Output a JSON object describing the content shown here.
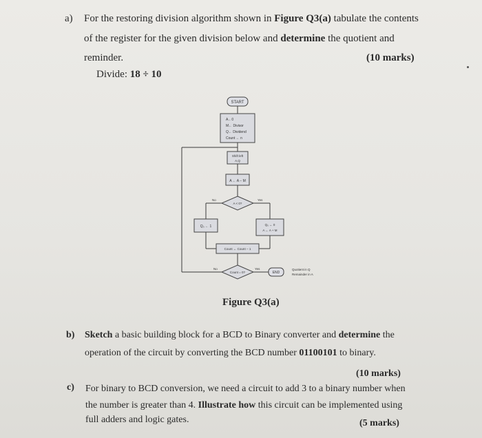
{
  "part_a": {
    "label": "a)",
    "line1_pre": "For the restoring division algorithm shown in ",
    "line1_bold": "Figure Q3(a)",
    "line1_post": " tabulate the contents",
    "line2_pre": "of the register for the given division below and ",
    "line2_bold": "determine",
    "line2_post": " the quotient and",
    "line3": "reminder.",
    "marks": "(10 marks)",
    "divide_label": "Divide: ",
    "divide_value": "18 ÷ 10"
  },
  "flowchart": {
    "start": "START",
    "init_lines": [
      "A←0",
      "M← Divisor",
      "Q← Dividend",
      "Count ← n"
    ],
    "shift": [
      "Shift left",
      "A,Q"
    ],
    "subtract": "A ← A − M",
    "condition": "A < 0?",
    "no_label": "No",
    "yes_label": "Yes",
    "q0_one": "Q₀ ← 1",
    "q0_zero": [
      "Q₀ ← 0",
      "A ← A + M"
    ],
    "count_dec": "Count ← Count − 1",
    "count_check": "Count = 0?",
    "no2_label": "No",
    "yes2_label": "Yes",
    "end": "END",
    "result_lines": [
      "Quotient in Q",
      "Remainder in A"
    ]
  },
  "figure_caption": "Figure Q3(a)",
  "part_b": {
    "label": "b)",
    "line1_bold1": "Sketch",
    "line1_mid": " a basic building block for a BCD to Binary converter and ",
    "line1_bold2": "determine",
    "line1_post": " the",
    "line2_pre": "operation of the circuit by converting the BCD number ",
    "line2_bold": "01100101",
    "line2_post": " to binary.",
    "marks": "(10 marks)"
  },
  "part_c": {
    "label": "c)",
    "line1": "For binary to BCD conversion, we need a circuit to add 3 to a binary number when",
    "line2_pre": "the number is greater than 4. ",
    "line2_bold": "Illustrate how",
    "line2_post": " this circuit can be implemented using",
    "line3": "full adders and logic gates.",
    "marks": "(5 marks)"
  }
}
